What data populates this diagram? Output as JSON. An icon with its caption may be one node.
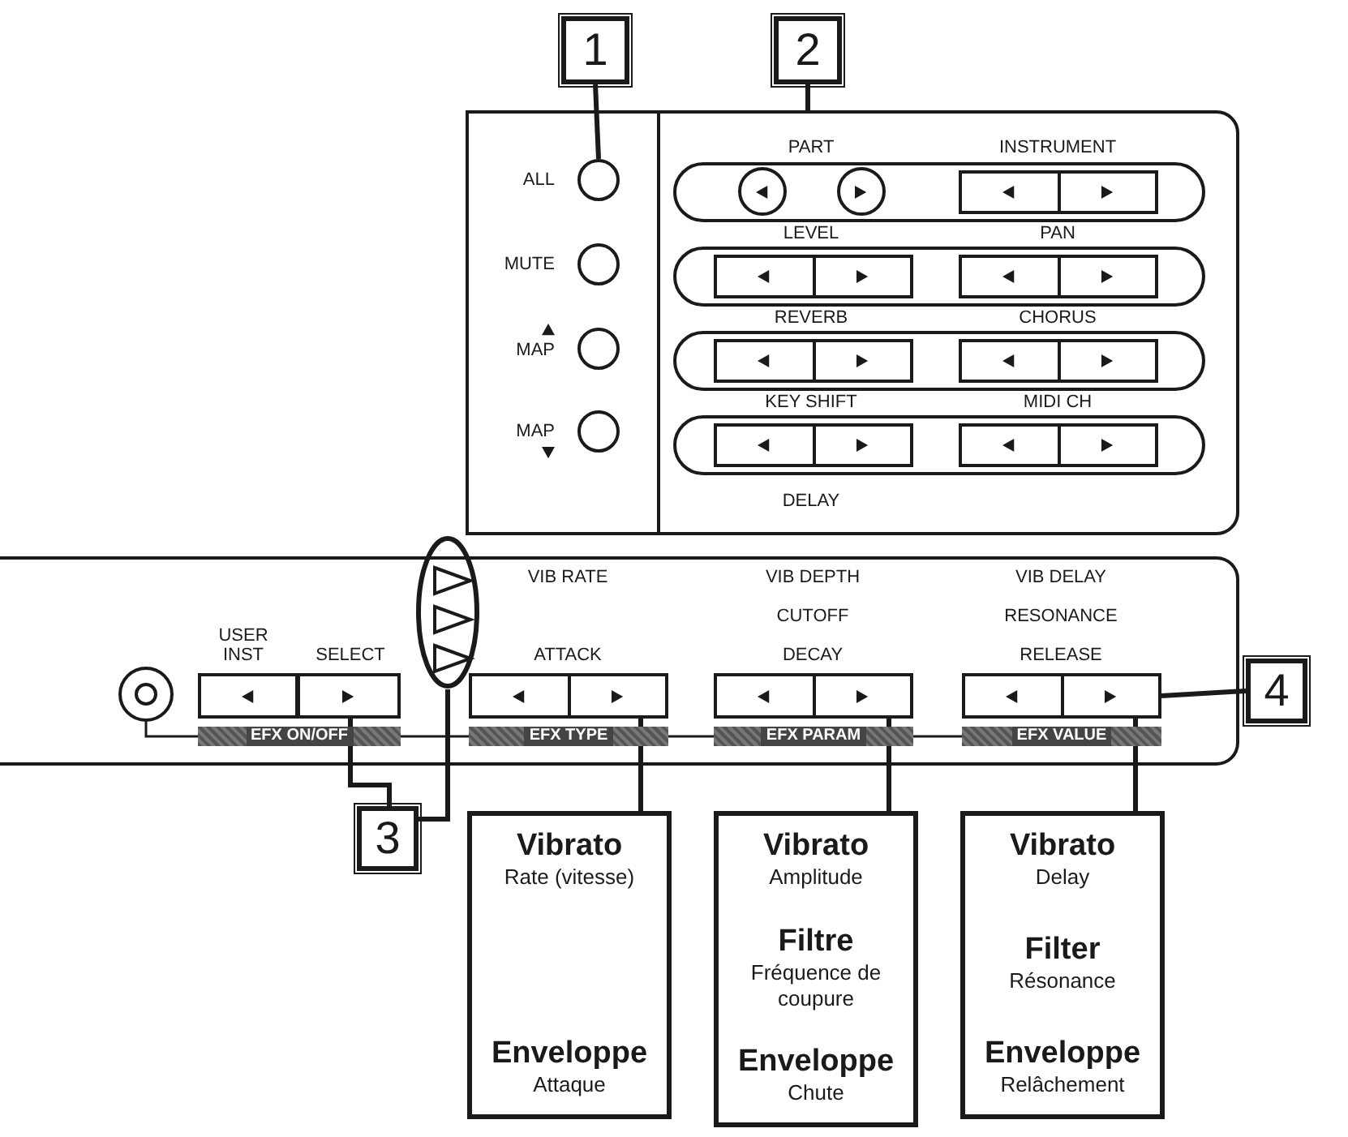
{
  "diagram": {
    "nodes": [
      {
        "text": [
          "1"
        ]
      },
      {
        "text": [
          "2"
        ]
      },
      {
        "text": [],
        "shape": "circle"
      },
      {
        "text": [],
        "shape": "box"
      },
      {
        "text": [
          "3"
        ]
      },
      {
        "text": [],
        "shape": "box",
        "beside": [
          "SELECT"
        ]
      },
      {
        "text": [],
        "shape": "oval"
      },
      {
        "text": [
          "4"
        ]
      },
      {
        "text": [],
        "shape": "box",
        "beside": [
          "ATTACK"
        ]
      },
      {
        "text": [],
        "shape": "box",
        "beside": [
          "DECAY"
        ]
      },
      {
        "text": [],
        "shape": "box",
        "beside": [
          "RELEASE"
        ]
      },
      {
        "text": [
          "Vibrato",
          "Rate (vitesse)",
          "Enveloppe",
          "Attaque"
        ]
      },
      {
        "text": [
          "Vibrato",
          "Amplitude",
          "Filtre",
          "Fréquence de coupure",
          "Enveloppe",
          "Chute"
        ]
      },
      {
        "text": [
          "Vibrato",
          "Delay",
          "Filter",
          "Résonance",
          "Enveloppe",
          "Relâchement"
        ]
      },
      {
        "text": [],
        "shape": "circle"
      },
      {
        "text": [],
        "shape": "circle"
      },
      {
        "text": [],
        "shape": "circle"
      },
      {
        "text": [],
        "shape": "box",
        "beside": [
          "USER INST"
        ]
      }
    ],
    "edges": [
      {
        "from": 0,
        "to": 2,
        "arrow": "none"
      },
      {
        "from": 1,
        "to": 3,
        "arrow": "none"
      },
      {
        "from": 4,
        "to": 5,
        "arrow": "none"
      },
      {
        "from": 4,
        "to": 6,
        "arrow": "none"
      },
      {
        "from": 7,
        "to": 10,
        "arrow": "none"
      },
      {
        "from": 8,
        "to": 11,
        "arrow": "none"
      },
      {
        "from": 9,
        "to": 12,
        "arrow": "none"
      },
      {
        "from": 10,
        "to": 13,
        "arrow": "none"
      }
    ],
    "labels": [
      "ALL",
      "MUTE",
      "MAP",
      "MAP",
      "PART",
      "INSTRUMENT",
      "LEVEL",
      "PAN",
      "REVERB",
      "CHORUS",
      "KEY SHIFT",
      "MIDI CH",
      "DELAY",
      "VIB RATE",
      "VIB DEPTH",
      "VIB DELAY",
      "CUTOFF",
      "RESONANCE",
      "EFX ON/OFF",
      "EFX TYPE",
      "EFX PARAM",
      "EFX VALUE"
    ]
  }
}
